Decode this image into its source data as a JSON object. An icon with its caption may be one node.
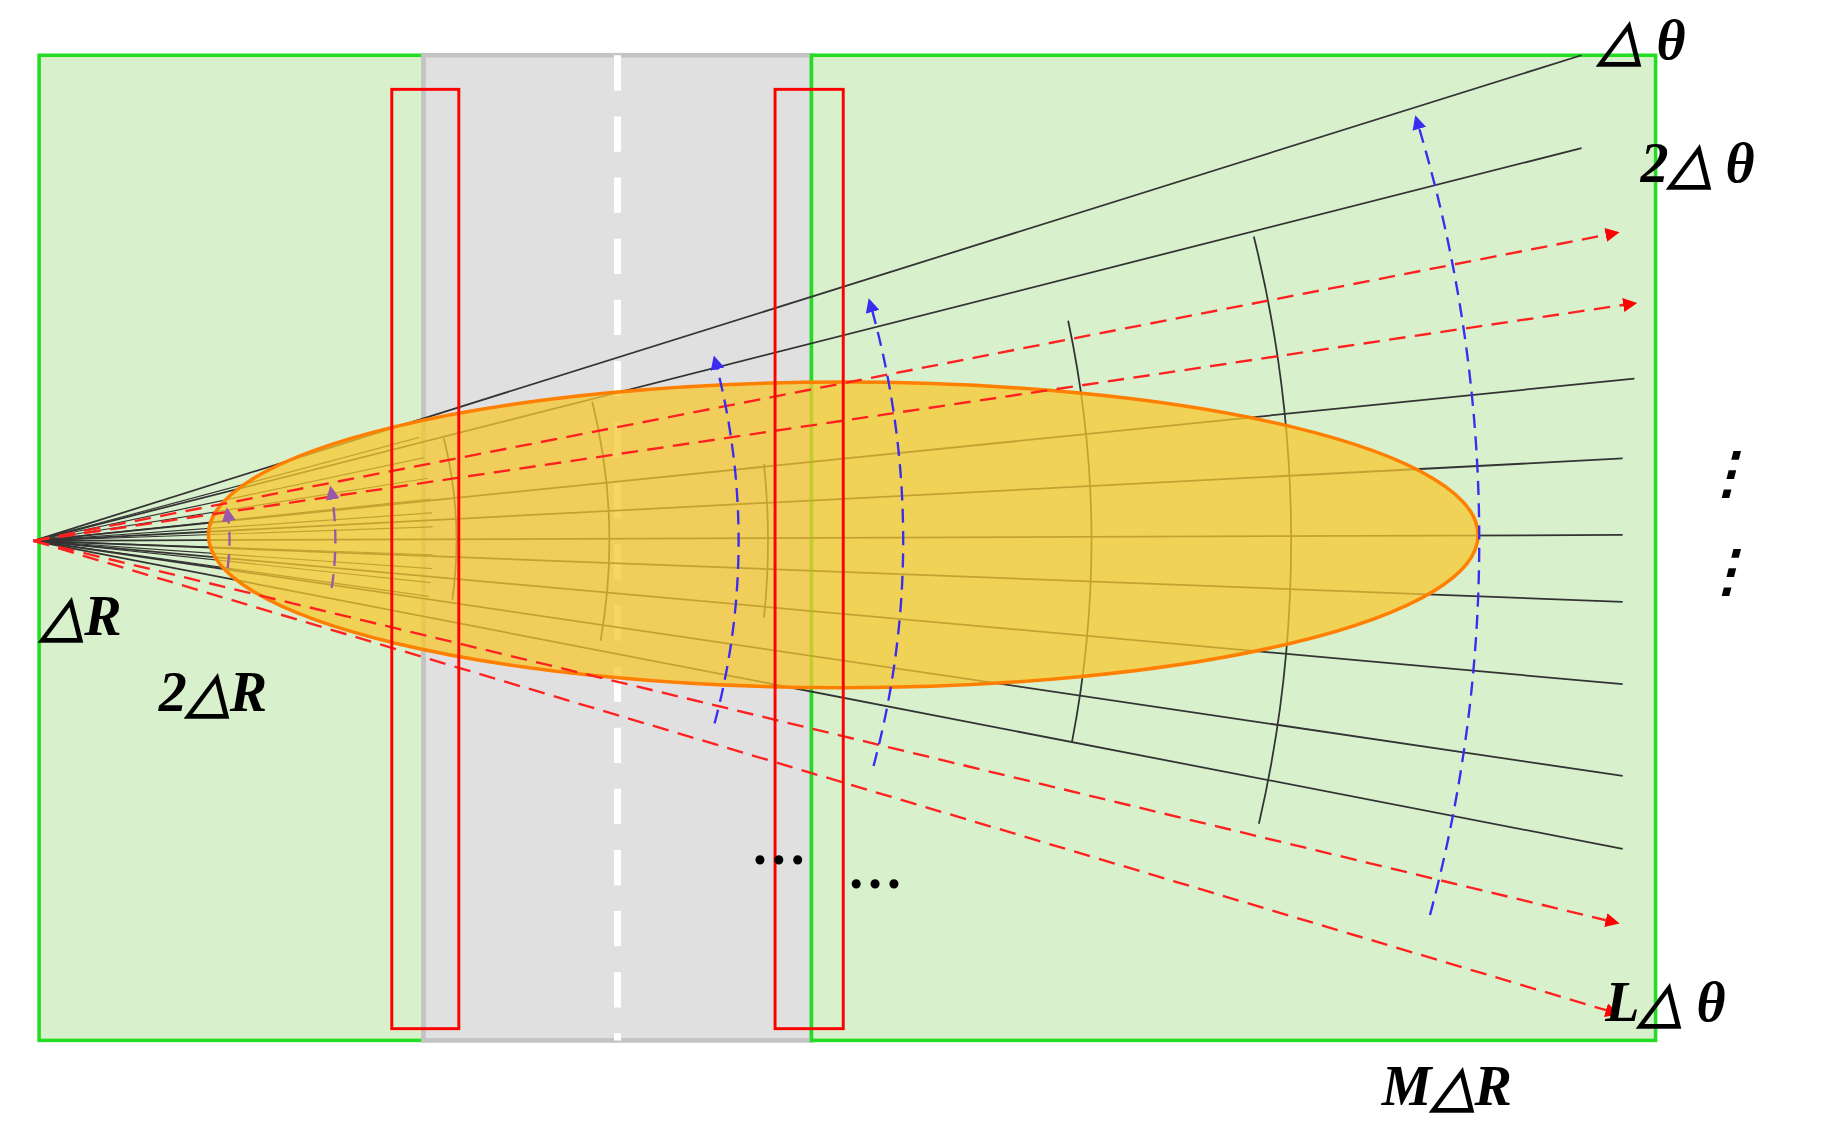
{
  "diagram": {
    "labels": [
      "△ θ",
      "2△ θ",
      "⋮",
      "⋮",
      "△R",
      "2△R",
      "…",
      "…",
      "L△ θ",
      "M△R"
    ]
  }
}
